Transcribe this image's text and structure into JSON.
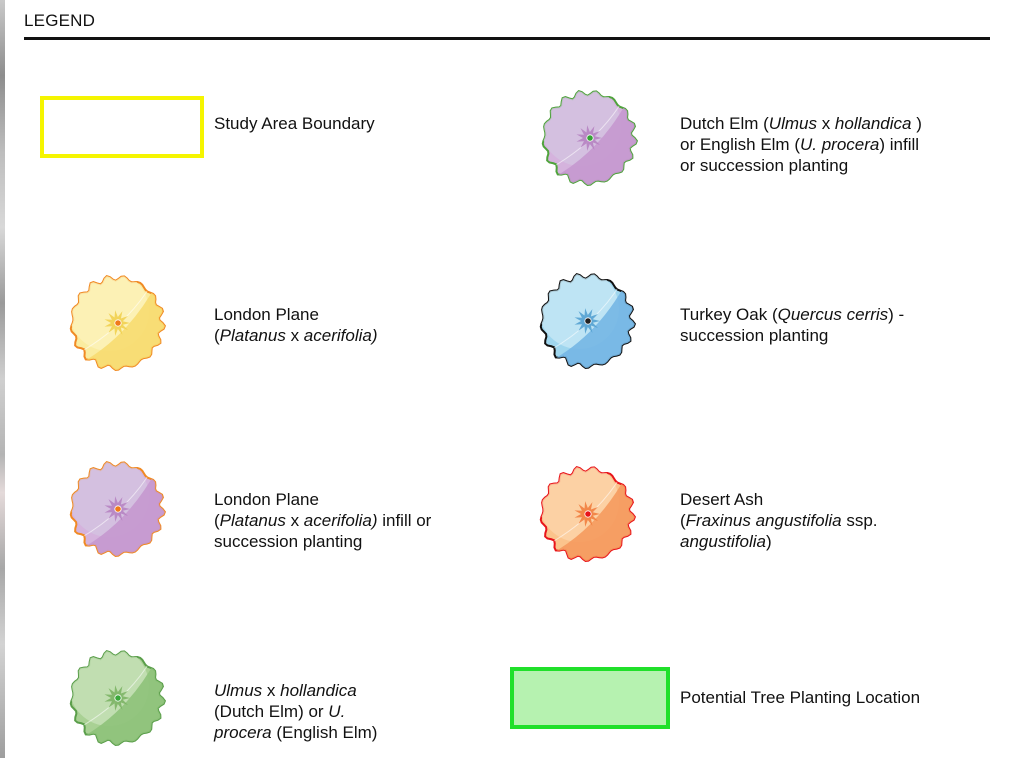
{
  "legend": {
    "title": "LEGEND",
    "items": [
      {
        "name": "Study Area Boundary",
        "segments": [
          {
            "t": "Study Area Boundary"
          }
        ],
        "symbol": "rectangle-outline",
        "stroke": "#f5f500",
        "fill": "#ffffff"
      },
      {
        "name": "Dutch Elm infill",
        "segments": [
          {
            "t": "Dutch Elm ("
          },
          {
            "t": "Ulmus",
            "i": true
          },
          {
            "t": " x "
          },
          {
            "t": "hollandica",
            "i": true
          },
          {
            "t": " )"
          },
          {
            "br": true
          },
          {
            "t": "or English Elm ("
          },
          {
            "t": "U. procera",
            "i": true
          },
          {
            "t": ") infill"
          },
          {
            "br": true
          },
          {
            "t": "or succession planting"
          }
        ],
        "symbol": "tree-canopy",
        "colors": {
          "outline": "#4fa33c",
          "light": "#d4c2e0",
          "fill": "#d5b3dd",
          "shade": "#c598cf",
          "center": "#b47fbf",
          "dot": "#36a236"
        }
      },
      {
        "name": "London Plane",
        "segments": [
          {
            "t": "London Plane"
          },
          {
            "br": true
          },
          {
            "t": "("
          },
          {
            "t": "Platanus",
            "i": true
          },
          {
            "t": " x "
          },
          {
            "t": "acerifolia)",
            "i": true
          }
        ],
        "symbol": "tree-canopy",
        "colors": {
          "outline": "#f08a24",
          "light": "#fbf2b8",
          "fill": "#faeca0",
          "shade": "#f7dc70",
          "center": "#f0cf4a",
          "dot": "#f07a1a"
        }
      },
      {
        "name": "Turkey Oak",
        "segments": [
          {
            "t": "Turkey Oak ("
          },
          {
            "t": "Quercus cerris",
            "i": true
          },
          {
            "t": ") -"
          },
          {
            "br": true
          },
          {
            "t": "succession planting"
          }
        ],
        "symbol": "tree-canopy",
        "colors": {
          "outline": "#111111",
          "light": "#c3e6f4",
          "fill": "#9fd6ee",
          "shade": "#74b6e4",
          "center": "#4f9ecf",
          "dot": "#222222"
        }
      },
      {
        "name": "London Plane infill",
        "segments": [
          {
            "t": "London Plane"
          },
          {
            "br": true
          },
          {
            "t": "("
          },
          {
            "t": "Platanus",
            "i": true
          },
          {
            "t": " x "
          },
          {
            "t": "acerifolia)",
            "i": true
          },
          {
            "t": " infill or"
          },
          {
            "br": true
          },
          {
            "t": "succession planting"
          }
        ],
        "symbol": "tree-canopy",
        "colors": {
          "outline": "#f08a24",
          "light": "#d4c2e0",
          "fill": "#d5b3dd",
          "shade": "#c598cf",
          "center": "#b47fbf",
          "dot": "#f07a1a"
        }
      },
      {
        "name": "Desert Ash",
        "segments": [
          {
            "t": "Desert Ash"
          },
          {
            "br": true
          },
          {
            "t": "("
          },
          {
            "t": "Fraxinus angustifolia",
            "i": true
          },
          {
            "t": " ssp."
          },
          {
            "br": true
          },
          {
            "t": "angustifolia",
            "i": true
          },
          {
            "t": ")"
          }
        ],
        "symbol": "tree-canopy",
        "colors": {
          "outline": "#e8141a",
          "light": "#fbd3a8",
          "fill": "#fbc48c",
          "shade": "#f59a5e",
          "center": "#f07a3a",
          "dot": "#e8141a"
        }
      },
      {
        "name": "Ulmus hollandica",
        "segments": [
          {
            "t": "Ulmus",
            "i": true
          },
          {
            "t": " x "
          },
          {
            "t": "hollandica",
            "i": true
          },
          {
            "br": true
          },
          {
            "t": "(Dutch Elm) or "
          },
          {
            "t": "U.",
            "i": true
          },
          {
            "br": true
          },
          {
            "t": "procera",
            "i": true
          },
          {
            "t": " (English Elm)"
          }
        ],
        "symbol": "tree-canopy",
        "colors": {
          "outline": "#5a9e4a",
          "light": "#c6e0b6",
          "fill": "#a9d194",
          "shade": "#8ec27a",
          "center": "#78b260",
          "dot": "#3aa83a"
        }
      },
      {
        "name": "Potential Tree Planting Location",
        "segments": [
          {
            "t": "Potential Tree Planting Location"
          }
        ],
        "symbol": "rectangle-filled",
        "stroke": "#20e02a",
        "fill": "#b6f2b0"
      }
    ]
  }
}
